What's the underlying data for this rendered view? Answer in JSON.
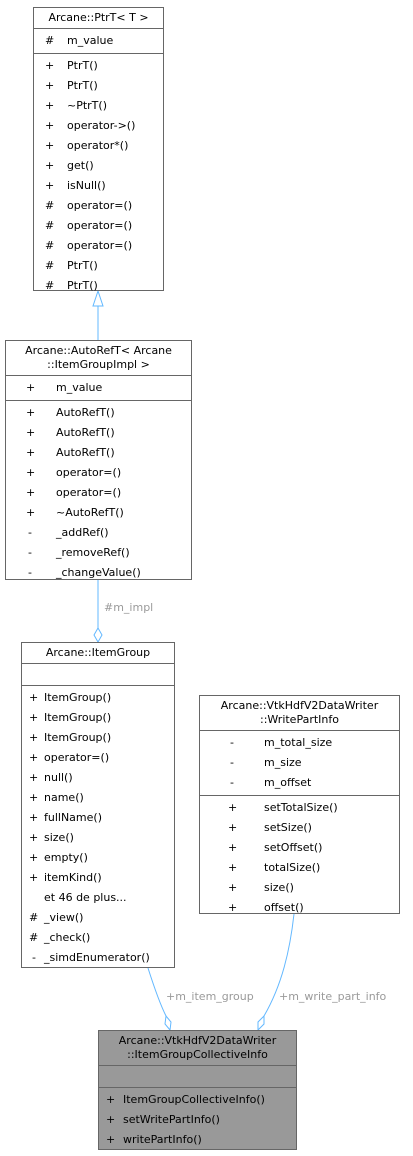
{
  "classes": {
    "ptr": {
      "title": "Arcane::PtrT< T >",
      "attributes": [
        {
          "vis": "#",
          "name": "m_value"
        }
      ],
      "methods": [
        {
          "vis": "+",
          "name": "PtrT()"
        },
        {
          "vis": "+",
          "name": "PtrT()"
        },
        {
          "vis": "+",
          "name": "~PtrT()"
        },
        {
          "vis": "+",
          "name": "operator->()"
        },
        {
          "vis": "+",
          "name": "operator*()"
        },
        {
          "vis": "+",
          "name": "get()"
        },
        {
          "vis": "+",
          "name": "isNull()"
        },
        {
          "vis": "#",
          "name": "operator=()"
        },
        {
          "vis": "#",
          "name": "operator=()"
        },
        {
          "vis": "#",
          "name": "operator=()"
        },
        {
          "vis": "#",
          "name": "PtrT()"
        },
        {
          "vis": "#",
          "name": "PtrT()"
        }
      ]
    },
    "autoref": {
      "title_line1": "Arcane::AutoRefT< Arcane",
      "title_line2": "::ItemGroupImpl >",
      "attributes": [
        {
          "vis": "+",
          "name": "m_value"
        }
      ],
      "methods": [
        {
          "vis": "+",
          "name": "AutoRefT()"
        },
        {
          "vis": "+",
          "name": "AutoRefT()"
        },
        {
          "vis": "+",
          "name": "AutoRefT()"
        },
        {
          "vis": "+",
          "name": "operator=()"
        },
        {
          "vis": "+",
          "name": "operator=()"
        },
        {
          "vis": "+",
          "name": "~AutoRefT()"
        },
        {
          "vis": "-",
          "name": "_addRef()"
        },
        {
          "vis": "-",
          "name": "_removeRef()"
        },
        {
          "vis": "-",
          "name": "_changeValue()"
        }
      ]
    },
    "itemgroup": {
      "title": "Arcane::ItemGroup",
      "methods": [
        {
          "vis": "+",
          "name": "ItemGroup()"
        },
        {
          "vis": "+",
          "name": "ItemGroup()"
        },
        {
          "vis": "+",
          "name": "ItemGroup()"
        },
        {
          "vis": "+",
          "name": "operator=()"
        },
        {
          "vis": "+",
          "name": "null()"
        },
        {
          "vis": "+",
          "name": "name()"
        },
        {
          "vis": "+",
          "name": "fullName()"
        },
        {
          "vis": "+",
          "name": "size()"
        },
        {
          "vis": "+",
          "name": "empty()"
        },
        {
          "vis": "+",
          "name": "itemKind()"
        },
        {
          "vis": "",
          "name": "et 46 de plus..."
        },
        {
          "vis": "#",
          "name": "_view()"
        },
        {
          "vis": "#",
          "name": "_check()"
        },
        {
          "vis": "-",
          "name": "_simdEnumerator()"
        }
      ]
    },
    "writepart": {
      "title_line1": "Arcane::VtkHdfV2DataWriter",
      "title_line2": "::WritePartInfo",
      "attributes": [
        {
          "vis": "-",
          "name": "m_total_size"
        },
        {
          "vis": "-",
          "name": "m_size"
        },
        {
          "vis": "-",
          "name": "m_offset"
        }
      ],
      "methods": [
        {
          "vis": "+",
          "name": "setTotalSize()"
        },
        {
          "vis": "+",
          "name": "setSize()"
        },
        {
          "vis": "+",
          "name": "setOffset()"
        },
        {
          "vis": "+",
          "name": "totalSize()"
        },
        {
          "vis": "+",
          "name": "size()"
        },
        {
          "vis": "+",
          "name": "offset()"
        }
      ]
    },
    "collective": {
      "title_line1": "Arcane::VtkHdfV2DataWriter",
      "title_line2": "::ItemGroupCollectiveInfo",
      "methods": [
        {
          "vis": "+",
          "name": "ItemGroupCollectiveInfo()"
        },
        {
          "vis": "+",
          "name": "setWritePartInfo()"
        },
        {
          "vis": "+",
          "name": "writePartInfo()"
        }
      ]
    }
  },
  "edges": {
    "impl_label": "#m_impl",
    "item_group_label": "+m_item_group",
    "write_part_info_label": "+m_write_part_info"
  },
  "colors": {
    "edge": "#63b8ff",
    "edge_label": "#9a9a9a",
    "highlight_fill": "#999999",
    "border": "#666666"
  }
}
